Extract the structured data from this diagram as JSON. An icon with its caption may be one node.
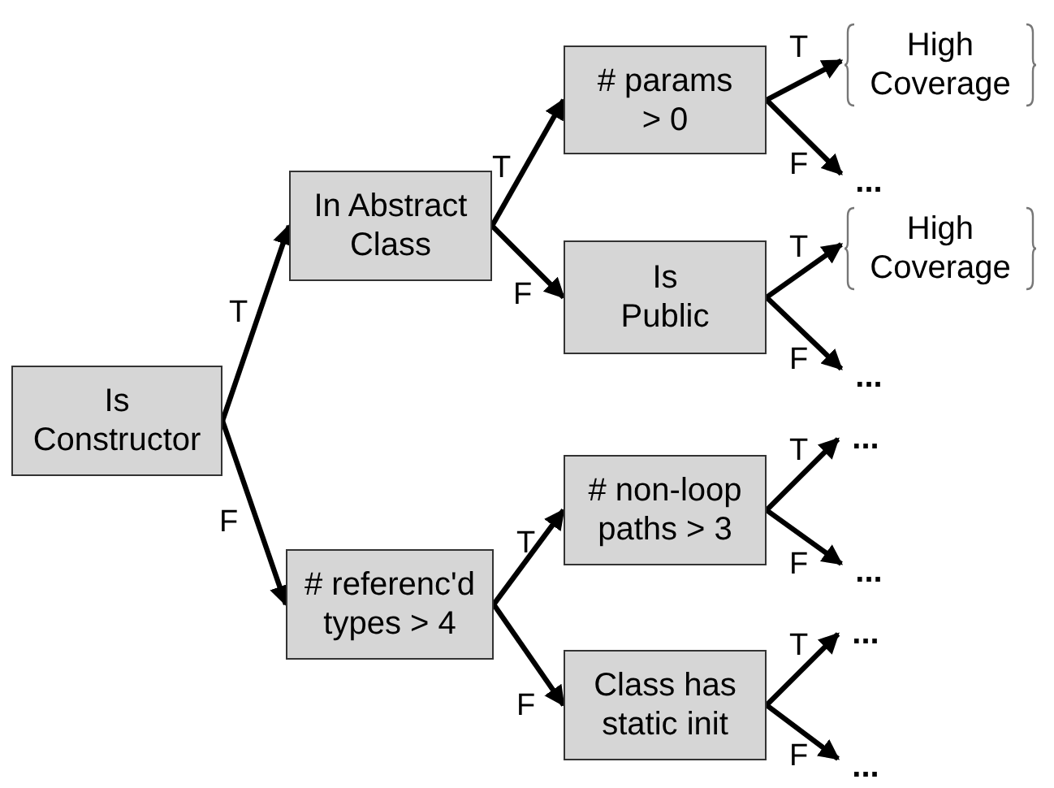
{
  "diagram": {
    "nodes": [
      {
        "text": [
          "Is Constructor"
        ]
      },
      {
        "text": [
          "In Abstract Class"
        ]
      },
      {
        "text": [
          "# referenc'd types > 4"
        ]
      },
      {
        "text": [
          "# params > 0"
        ]
      },
      {
        "text": [
          "Is Public"
        ]
      },
      {
        "text": [
          "# non-loop paths > 3"
        ]
      },
      {
        "text": [
          "Class has static init"
        ]
      },
      {
        "text": [
          "High Coverage"
        ]
      },
      {
        "text": [
          "..."
        ]
      },
      {
        "text": [
          "High Coverage"
        ]
      },
      {
        "text": [
          "..."
        ]
      },
      {
        "text": [
          "..."
        ]
      },
      {
        "text": [
          "..."
        ]
      },
      {
        "text": [
          "..."
        ]
      },
      {
        "text": [
          "..."
        ]
      }
    ],
    "edges": [
      {
        "from": 0,
        "to": 1,
        "arrow": "to",
        "label": "T"
      },
      {
        "from": 0,
        "to": 2,
        "arrow": "to",
        "label": "F"
      },
      {
        "from": 1,
        "to": 3,
        "arrow": "to",
        "label": "T"
      },
      {
        "from": 1,
        "to": 4,
        "arrow": "to",
        "label": "F"
      },
      {
        "from": 2,
        "to": 5,
        "arrow": "to",
        "label": "T"
      },
      {
        "from": 2,
        "to": 6,
        "arrow": "to",
        "label": "F"
      },
      {
        "from": 3,
        "to": 7,
        "arrow": "to",
        "label": "T"
      },
      {
        "from": 3,
        "to": 8,
        "arrow": "to",
        "label": "F"
      },
      {
        "from": 4,
        "to": 9,
        "arrow": "to",
        "label": "T"
      },
      {
        "from": 4,
        "to": 10,
        "arrow": "to",
        "label": "F"
      },
      {
        "from": 5,
        "to": 11,
        "arrow": "to",
        "label": "T"
      },
      {
        "from": 5,
        "to": 12,
        "arrow": "to",
        "label": "F"
      },
      {
        "from": 6,
        "to": 13,
        "arrow": "to",
        "label": "T"
      },
      {
        "from": 6,
        "to": 14,
        "arrow": "to",
        "label": "F"
      }
    ]
  }
}
